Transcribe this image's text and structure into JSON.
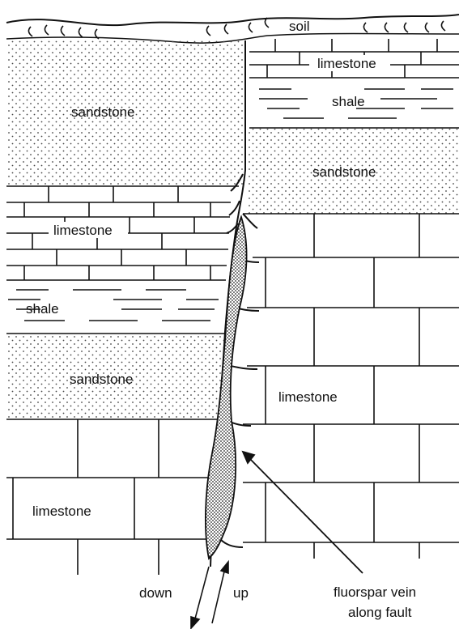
{
  "labels": {
    "soil": "soil",
    "limestone_right_top": "limestone",
    "shale_right_top": "shale",
    "sandstone_left_top": "sandstone",
    "sandstone_right": "sandstone",
    "limestone_left_mid": "limestone",
    "shale_left": "shale",
    "sandstone_left_low": "sandstone",
    "limestone_right_big": "limestone",
    "limestone_left_low": "limestone",
    "down": "down",
    "up": "up",
    "vein_line1": "fluorspar vein",
    "vein_line2": "along fault"
  }
}
